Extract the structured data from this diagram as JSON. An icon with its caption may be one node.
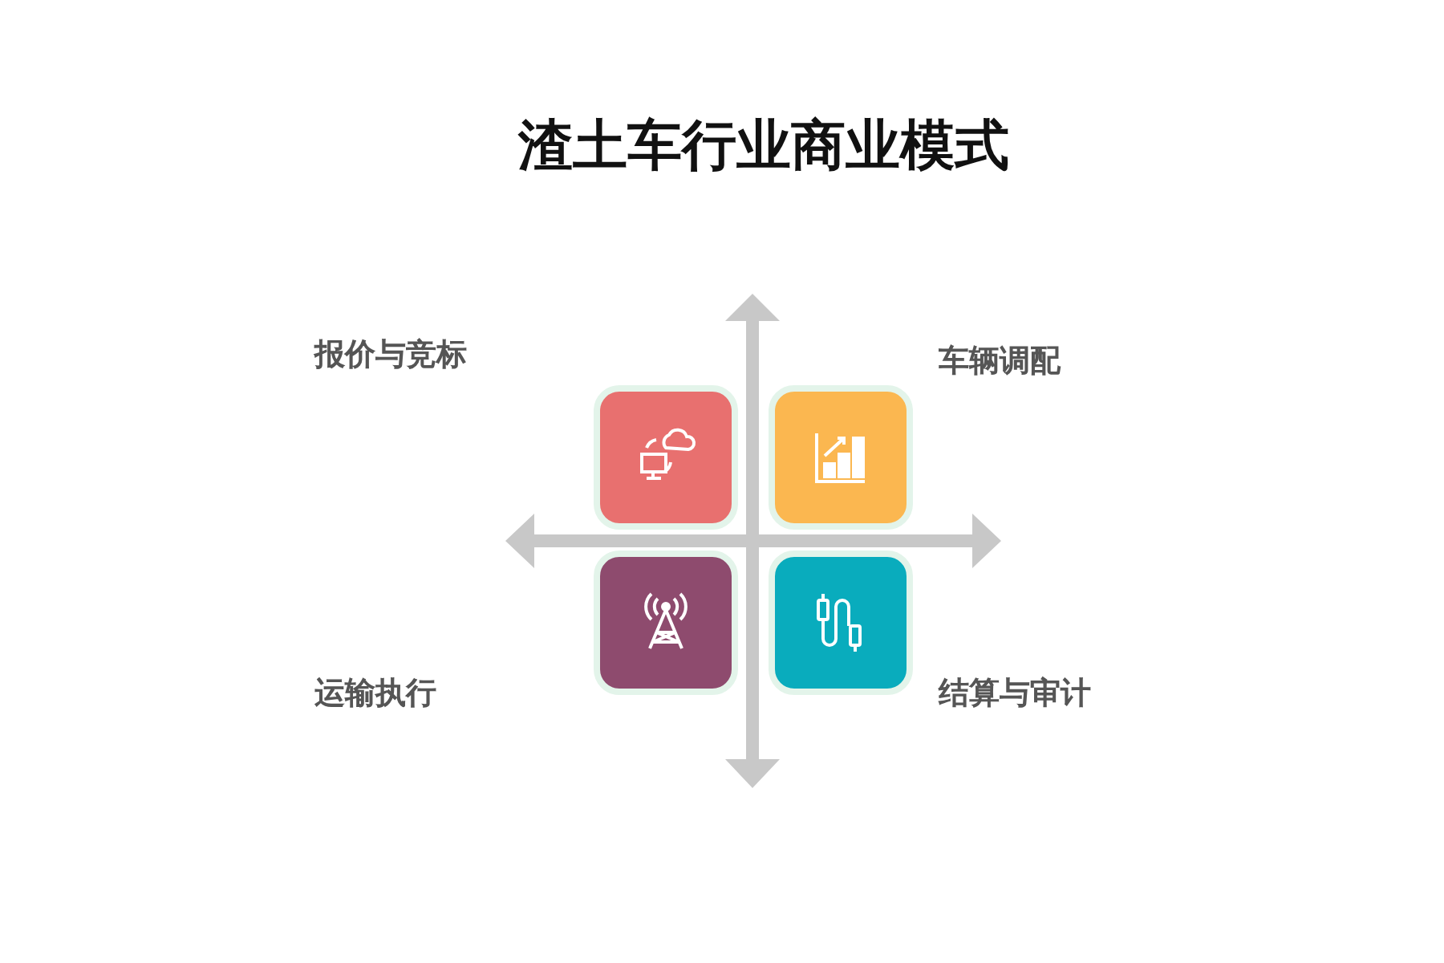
{
  "diagram": {
    "title": "渣土车行业商业模式",
    "labels": [
      "报价与竞标",
      "车辆调配",
      "运输执行",
      "结算与审计"
    ]
  }
}
